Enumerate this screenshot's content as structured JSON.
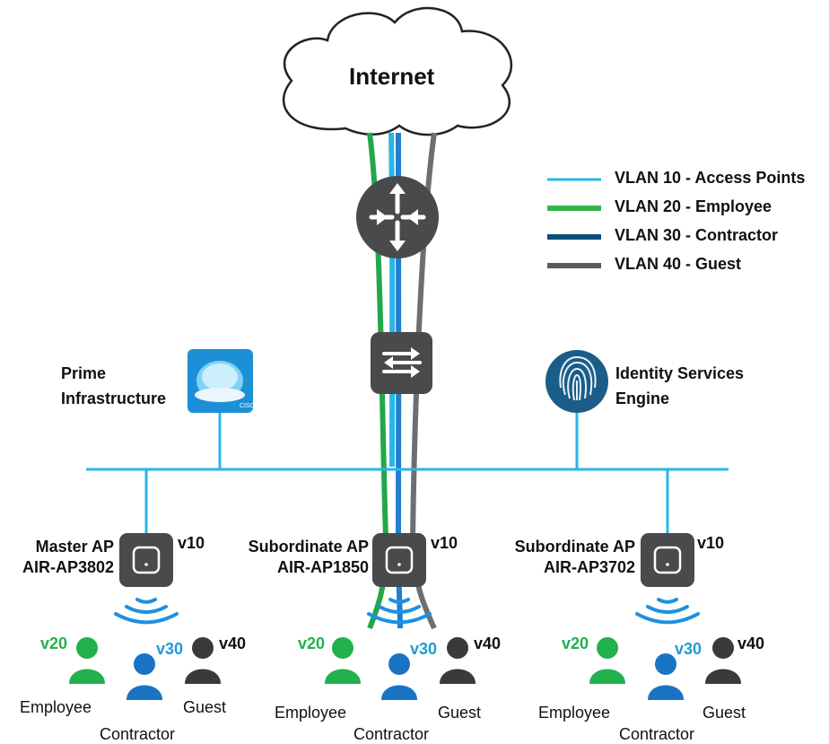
{
  "cloud": {
    "label": "Internet"
  },
  "legend": [
    {
      "label": "VLAN 10 - Access Points",
      "color": "#29b6e8"
    },
    {
      "label": "VLAN 20 - Employee",
      "color": "#34b44a"
    },
    {
      "label": "VLAN 30 - Contractor",
      "color": "#0b4f7a"
    },
    {
      "label": "VLAN 40 - Guest",
      "color": "#5a5a5a"
    }
  ],
  "colors": {
    "vlan10": "#29b6e8",
    "vlan20": "#22a84a",
    "vlan30": "#1f7fd0",
    "vlan40": "#6e6e72",
    "device": "#4a4a4d",
    "employee": "#22b14c",
    "contractor": "#1b73c4",
    "guest": "#3a3a3a"
  },
  "servers": {
    "prime": {
      "label_line1": "Prime",
      "label_line2": "Infrastructure"
    },
    "ise": {
      "label_line1": "Identity Services",
      "label_line2": "Engine"
    }
  },
  "access_points": [
    {
      "name": "Master AP",
      "model": "AIR-AP3802",
      "vlan": "v10"
    },
    {
      "name": "Subordinate AP",
      "model": "AIR-AP1850",
      "vlan": "v10"
    },
    {
      "name": "Subordinate AP",
      "model": "AIR-AP3702",
      "vlan": "v10"
    }
  ],
  "client_groups": [
    {
      "v20": "v20",
      "v30": "v30",
      "v40": "v40",
      "employee": "Employee",
      "contractor": "Contractor",
      "guest": "Guest"
    },
    {
      "v20": "v20",
      "v30": "v30",
      "v40": "v40",
      "employee": "Employee",
      "contractor": "Contractor",
      "guest": "Guest"
    },
    {
      "v20": "v20",
      "v30": "v30",
      "v40": "v40",
      "employee": "Employee",
      "contractor": "Contractor",
      "guest": "Guest"
    }
  ]
}
